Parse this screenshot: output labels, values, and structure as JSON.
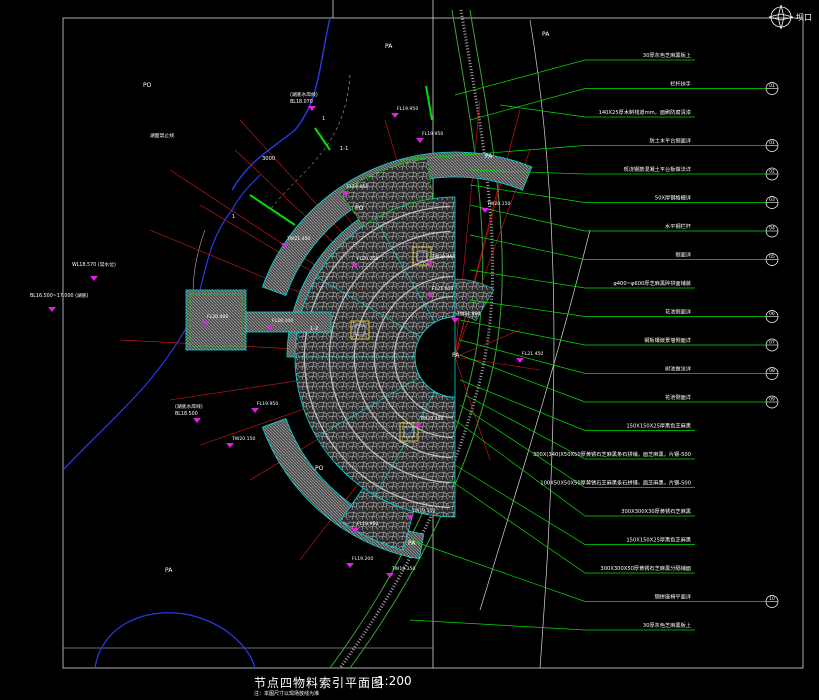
{
  "drawing": {
    "title": "节点四物料索引平面图",
    "scale": "1:200",
    "subtitle": "注：本图尺寸以现场放线为准",
    "north_label": "坝口"
  },
  "zones": [
    "PA",
    "PA",
    "PO",
    "PO",
    "PO",
    "PA",
    "PA",
    "PA",
    "PA"
  ],
  "elevations": [
    "FL19.950",
    "FL19.950",
    "TW20.150",
    "FL20.250",
    "TW20.450",
    "FL21.450",
    "TW21.800",
    "FL21.600",
    "TW20.450",
    "FL20.400",
    "FL20.100",
    "FL19.950",
    "TW20.150",
    "FL19.950",
    "FL19.200",
    "TW19.350",
    "TW19.350",
    "FL19.950",
    "TW21.450"
  ],
  "ground_notes": [
    "(湖底水岸线)\nBL18.070",
    "WL18.570 (常水位)",
    "BL16.500~17.000 (湖底)",
    "(湖底水岸线)\nBL18.500",
    "湖面禁止线"
  ],
  "callouts": [
    {
      "text": "30厚灰色芝麻黑板上",
      "tag": ""
    },
    {
      "text": "栏杆扶手",
      "tag": "01"
    },
    {
      "text": "140X25厚木制栈道mm，面刷防腐清漆",
      "tag": ""
    },
    {
      "text": "防土木平台侧面详",
      "tag": "01"
    },
    {
      "text": "现浇钢筋混凝土平台板做法详",
      "tag": "02"
    },
    {
      "text": "50X厚钢格栅详",
      "tag": "03"
    },
    {
      "text": "水平钢栏杆",
      "tag": "04"
    },
    {
      "text": "侧面详",
      "tag": "05"
    },
    {
      "text": "φ400~φ600厚芝麻黑碎拼面铺装",
      "tag": ""
    },
    {
      "text": "花池侧面详",
      "tag": "06"
    },
    {
      "text": "钢板镶嵌景墙侧面详",
      "tag": "07"
    },
    {
      "text": "树池做法详",
      "tag": "08"
    },
    {
      "text": "花池侧面详",
      "tag": "09"
    },
    {
      "text": "150X150X25厚黑色芝麻黑",
      "tag": ""
    },
    {
      "text": "300X(340)X50X50厚黄锈石芝麻黑条石拼铺，面芝麻黑，片钢-500",
      "tag": ""
    },
    {
      "text": "100X50X50X50厚黄锈石芝麻黑条石拼铺，面芝麻黑，片钢-500",
      "tag": ""
    },
    {
      "text": "300X300X30厚黄锈石芝麻黑",
      "tag": ""
    },
    {
      "text": "150X150X25厚黑色芝麻黑",
      "tag": ""
    },
    {
      "text": "300X300X50厚黄锈石芝麻黑分隔铺面",
      "tag": ""
    },
    {
      "text": "钢拼座椅平面详",
      "tag": "10"
    },
    {
      "text": "30厚灰色芝麻黑板上",
      "tag": ""
    }
  ],
  "dimension_labels": [
    "1",
    "1",
    "3000",
    "1-2",
    "1-1"
  ],
  "colors": {
    "background": "#000000",
    "leader": "#00e000",
    "cyan": "#00d8d8",
    "paving": "#8a8a8a",
    "marker": "#e020e0",
    "ray": "#e01818",
    "water_edge": "#2a3ae8",
    "boundary": "#3aa33a",
    "text": "#ffffff",
    "gold": "#e0c040"
  }
}
